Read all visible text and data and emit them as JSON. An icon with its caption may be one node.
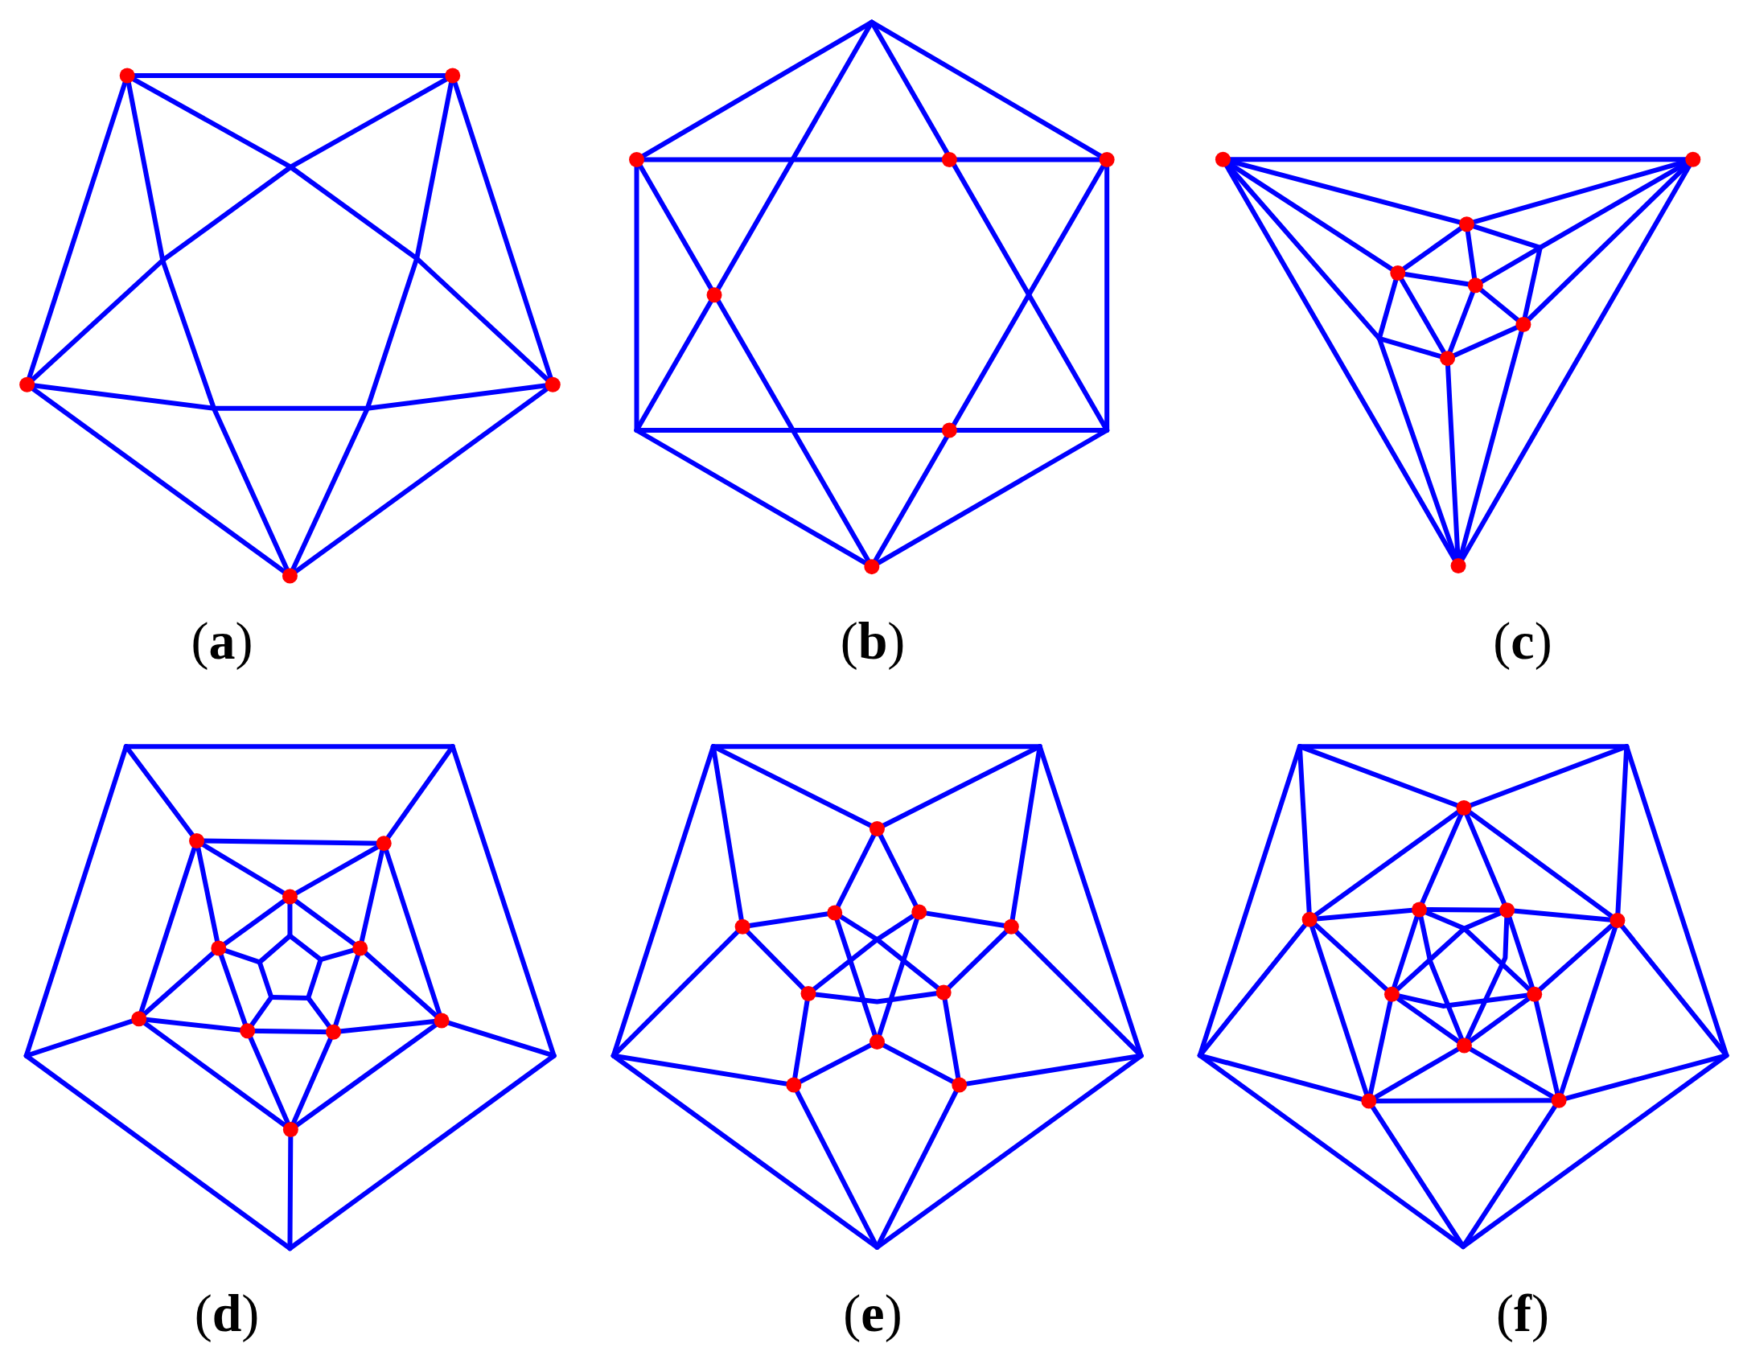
{
  "diagram": {
    "labels": [
      "(**a**)",
      "(**b**)",
      "(**c**)",
      "(**d**)",
      "(**e**)",
      "(**f**)"
    ]
  }
}
